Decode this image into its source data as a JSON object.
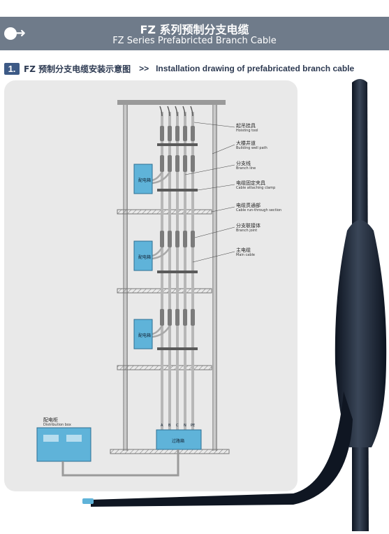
{
  "header": {
    "title_zh": "FZ 系列预制分支电缆",
    "title_en": "FZ Series Prefabricted Branch Cable",
    "arrow_icon": "arrow-right"
  },
  "section": {
    "number": "1.",
    "title_zh": "FZ 预制分支电缆安装示意图",
    "separator": ">>",
    "title_en": "Installation drawing of prefabricated branch cable"
  },
  "labels": {
    "hoisting_tool_zh": "起吊挂具",
    "hoisting_tool_en": "Hoisting tool",
    "well_path_zh": "大楼井道",
    "well_path_en": "Building well path",
    "branch_line_zh": "分支线",
    "branch_line_en": "Branch line",
    "clamp_zh": "电缆固定夹具",
    "clamp_en": "Cable attaching clamp",
    "runthrough_zh": "电缆贯通部",
    "runthrough_en": "Cable run-through section",
    "joint_zh": "分支联接体",
    "joint_en": "Branch joint",
    "main_zh": "主电缆",
    "main_en": "Main cable",
    "dist_box_zh": "配电柜",
    "dist_box_en": "Distribution box",
    "meter_box": "配电箱",
    "transition_box": "过路箱",
    "phases": [
      "A",
      "B",
      "C",
      "N",
      "PE"
    ]
  },
  "colors": {
    "header_bg": "#6f7b8a",
    "panel_bg": "#e9e9e9",
    "cable": "#1a2230",
    "box": "#5fb3d9"
  }
}
